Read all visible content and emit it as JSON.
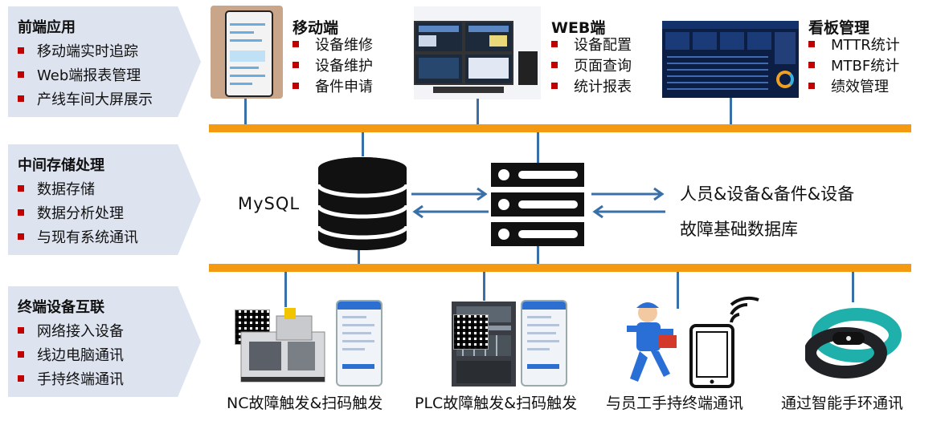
{
  "left_panels": [
    {
      "title": "前端应用",
      "items": [
        "移动端实时追踪",
        "Web端报表管理",
        "产线车间大屏展示"
      ]
    },
    {
      "title": "中间存储处理",
      "items": [
        "数据存储",
        "数据分析处理",
        "与现有系统通讯"
      ]
    },
    {
      "title": "终端设备互联",
      "items": [
        "网络接入设备",
        "线边电脑通讯",
        "手持终端通讯"
      ]
    }
  ],
  "front_groups": [
    {
      "title": "移动端",
      "items": [
        "设备维修",
        "设备维护",
        "备件申请"
      ]
    },
    {
      "title": "WEB端",
      "items": [
        "设备配置",
        "页面查询",
        "统计报表"
      ]
    },
    {
      "title": "看板管理",
      "items": [
        "MTTR统计",
        "MTBF统计",
        "绩效管理"
      ]
    }
  ],
  "middle": {
    "db_label": "MySQL",
    "db_desc_line1": "人员&设备&备件&设备",
    "db_desc_line2": "故障基础数据库"
  },
  "terminals": [
    "NC故障触发&扫码触发",
    "PLC故障触发&扫码触发",
    "与员工手持终端通讯",
    "通过智能手环通讯"
  ],
  "colors": {
    "bus": "#f39a12",
    "connector": "#3a70a8",
    "bullet": "#c00000",
    "panel": "#dde3ef",
    "arrow": "#3a70a8"
  }
}
